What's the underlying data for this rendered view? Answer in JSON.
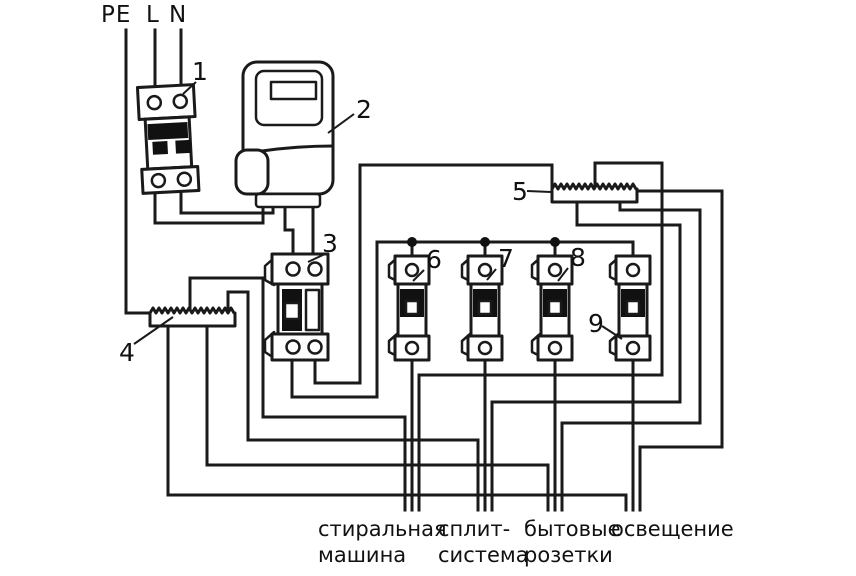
{
  "diagram": {
    "colors": {
      "background": "#ffffff",
      "line": "#1a1a1a",
      "text": "#111111"
    },
    "input_labels": [
      "PE",
      "L",
      "N"
    ],
    "component_numbers": [
      "1",
      "2",
      "3",
      "4",
      "5",
      "6",
      "7",
      "8",
      "9"
    ],
    "circuit_labels": [
      {
        "line1": "стиральная",
        "line2": "машина"
      },
      {
        "line1": "сплит-",
        "line2": "система"
      },
      {
        "line1": "бытовые",
        "line2": "розетки"
      },
      {
        "line1": "освещение"
      }
    ]
  }
}
